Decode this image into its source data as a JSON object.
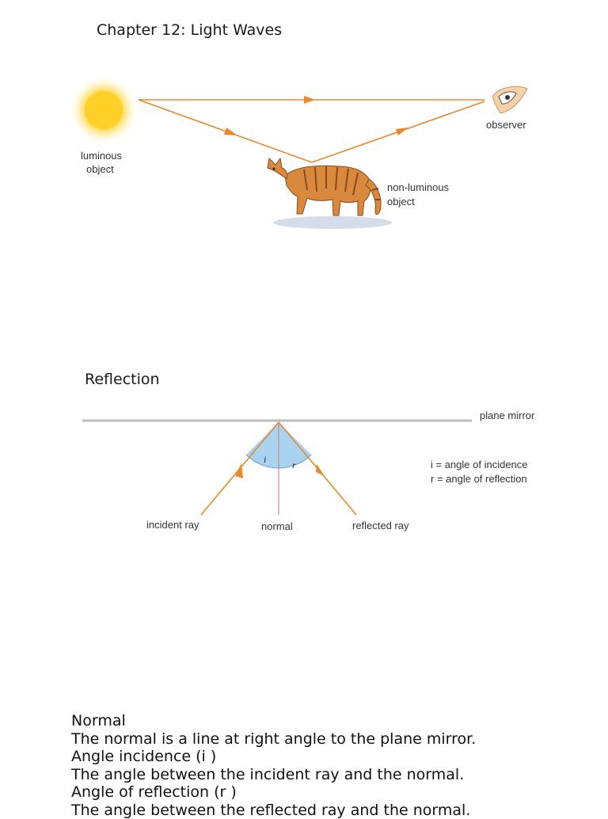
{
  "chapter_title": "Chapter 12: Light Waves",
  "figure1": {
    "luminous_label": [
      "luminous",
      "object"
    ],
    "observer_label": "observer",
    "nonluminous_label": [
      "non-luminous",
      "object"
    ]
  },
  "reflection_heading": "Reflection",
  "figure2": {
    "plane_mirror_label": "plane mirror",
    "i_symbol": "i",
    "r_symbol": "r",
    "legend_i": "i = angle of incidence",
    "legend_r": "r = angle of reflection",
    "incident_label": "incident ray",
    "normal_label": "normal",
    "reflected_label": "reflected ray"
  },
  "definitions": [
    "Normal",
    "The normal is a line at right angle to the plane mirror.",
    "Angle incidence (i )",
    "The angle between the incident ray and the normal.",
    "Angle of reflection (r )",
    "The angle between the reflected ray and the normal."
  ],
  "colors": {
    "ray": "#e8892b",
    "sun": "#f7c21a",
    "mirror": "#b9bdc0",
    "normal_line": "#c98a8a",
    "angle_fill": "#a9d3ef",
    "cat_body": "#d8893e",
    "cat_stripe": "#8a4a1c",
    "shadow": "#c9d4e4"
  }
}
